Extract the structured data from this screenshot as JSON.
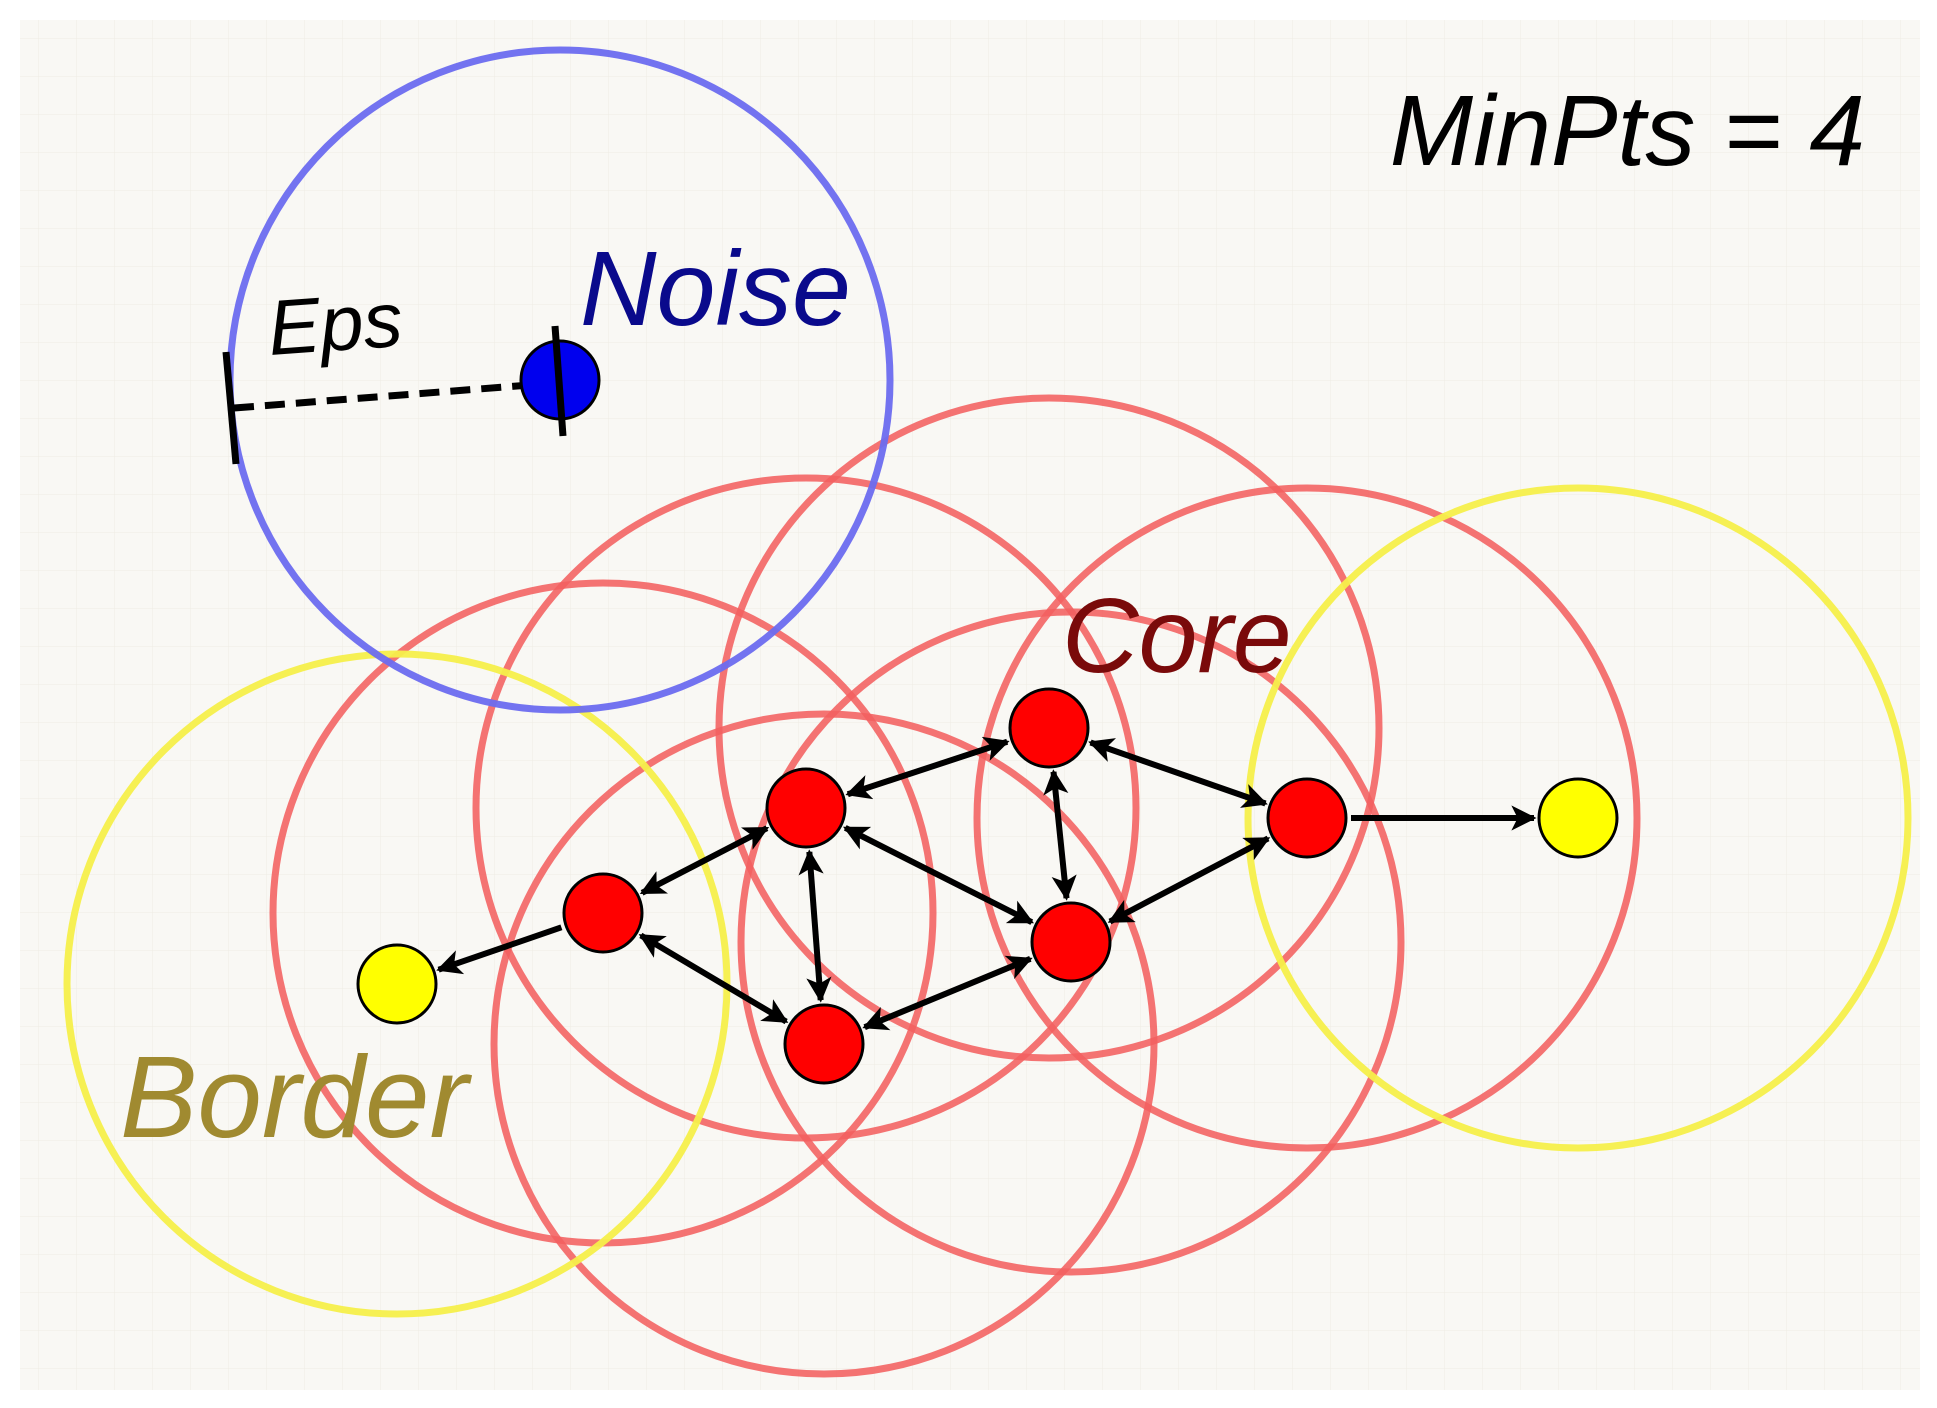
{
  "diagram": {
    "minpts_label": "MinPts = 4",
    "eps_label": "Eps",
    "labels": {
      "noise": "Noise",
      "core": "Core",
      "border": "Border"
    },
    "colors": {
      "background": "#f9f8f4",
      "grid": "#eeece4",
      "core_fill": "#ff0000",
      "core_ring": "#f26060",
      "border_fill": "#ffff00",
      "border_ring": "#f5ef4a",
      "noise_fill": "#0000ee",
      "noise_ring": "#6b6bef",
      "noise_text": "#0a0a8c",
      "core_text": "#7a0a0a",
      "border_text": "#a08a30",
      "arrow": "#000000"
    },
    "point_types": [
      "core",
      "core",
      "core",
      "core",
      "core",
      "core",
      "border",
      "border",
      "noise"
    ],
    "edges": [
      [
        "core-1",
        "core-2",
        "both"
      ],
      [
        "core-2",
        "core-3",
        "both"
      ],
      [
        "core-3",
        "core-4",
        "both"
      ],
      [
        "core-3",
        "core-6",
        "both"
      ],
      [
        "core-2",
        "core-6",
        "both"
      ],
      [
        "core-2",
        "core-5",
        "both"
      ],
      [
        "core-1",
        "core-5",
        "both"
      ],
      [
        "core-5",
        "core-6",
        "both"
      ],
      [
        "core-6",
        "core-4",
        "both"
      ],
      [
        "core-1",
        "border-1",
        "one"
      ],
      [
        "core-4",
        "border-2",
        "one"
      ]
    ]
  }
}
